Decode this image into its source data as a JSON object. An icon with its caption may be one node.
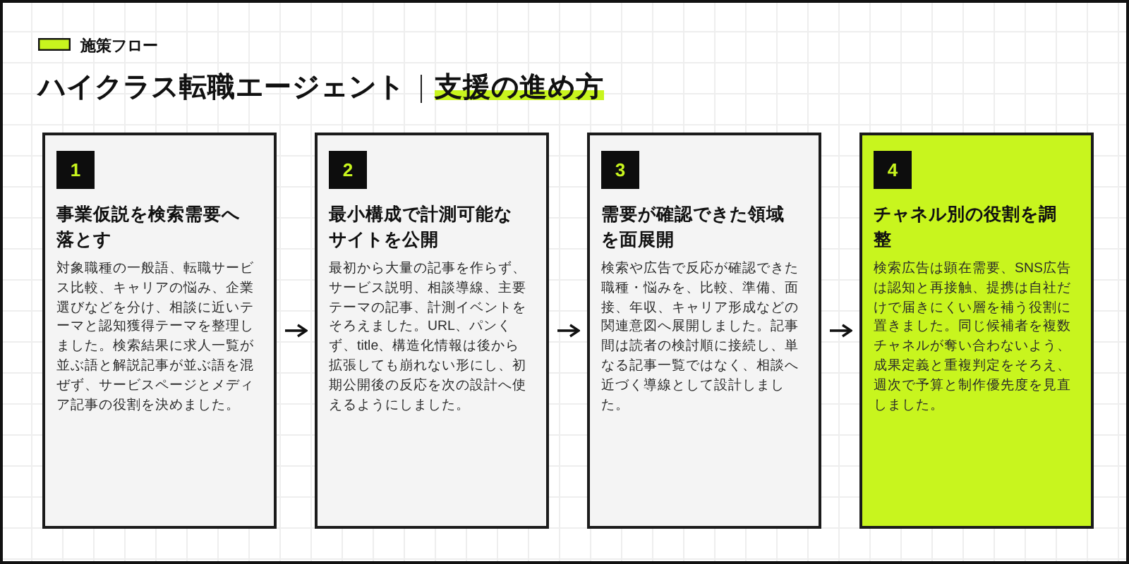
{
  "diagram": {
    "title": "ハイクラス転職エージェント",
    "nodes": [
      {
        "text": [
          "事業仮説を検索需要へ落とす",
          "対象職種の一般語、転職サービス比較、キャリアの悩み、企業選びなどを分け、相談に近いテーマと認知獲得テーマを整理しました。検索結果に求人一覧が並ぶ語と解説記事が並ぶ語を混ぜず、サービスページとメディア記事の役割を決めました。"
        ]
      },
      {
        "text": [
          "1"
        ],
        "in": 0
      },
      {
        "text": [
          "最小構成で計測可能なサイトを公開",
          "最初から大量の記事を作らず、サービス説明、相談導線、主要テーマの記事、計測イベントをそろえました。URL、パンくず、title、構造化情報は後から拡張しても崩れない形にし、初期公開後の反応を次の設計へ使えるようにしました。"
        ]
      },
      {
        "text": [
          "2"
        ],
        "in": 2
      },
      {
        "text": [
          "需要が確認できた領域を面展開",
          "検索や広告で反応が確認できた職種・悩みを、比較、準備、面接、年収、キャリア形成などの関連意図へ展開しました。記事間は読者の検討順に接続し、単なる記事一覧ではなく、相談へ近づく導線として設計しました。"
        ]
      },
      {
        "text": [
          "3"
        ],
        "in": 4
      },
      {
        "text": [
          "チャネル別の役割を調整",
          "検索広告は顕在需要、SNS広告は認知と再接触、提携は自社だけで届きにくい層を補う役割に置きました。同じ候補者を複数チャネルが奪い合わないよう、成果定義と重複判定をそろえ、週次で予算と制作優先度を見直しました。"
        ]
      },
      {
        "text": [
          "4"
        ],
        "in": 6
      }
    ],
    "edges": [
      {
        "from": 0,
        "to": 2,
        "arrow": "to"
      },
      {
        "from": 2,
        "to": 4,
        "arrow": "to"
      },
      {
        "from": 4,
        "to": 6,
        "arrow": "to"
      }
    ],
    "labels": [
      "施策フロー",
      "支援の進め方"
    ]
  }
}
